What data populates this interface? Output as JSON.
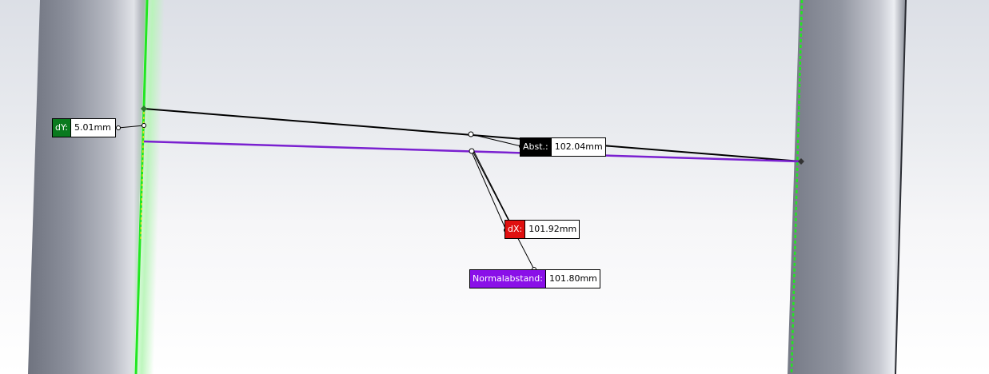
{
  "colors": {
    "dy": "#0a7a1e",
    "abst": "#000000",
    "dx": "#e01010",
    "normal": "#8a10e8",
    "edge_green": "#22e622",
    "line_black": "#000000",
    "line_purple": "#7a20d0",
    "tube_dark": "#7e8290"
  },
  "measurements": {
    "dy": {
      "label": "dY:",
      "value": "5.01mm"
    },
    "abst": {
      "label": "Abst.:",
      "value": "102.04mm"
    },
    "dx": {
      "label": "dX:",
      "value": "101.92mm"
    },
    "normal": {
      "label": "Normalabstand:",
      "value": "101.80mm"
    }
  }
}
